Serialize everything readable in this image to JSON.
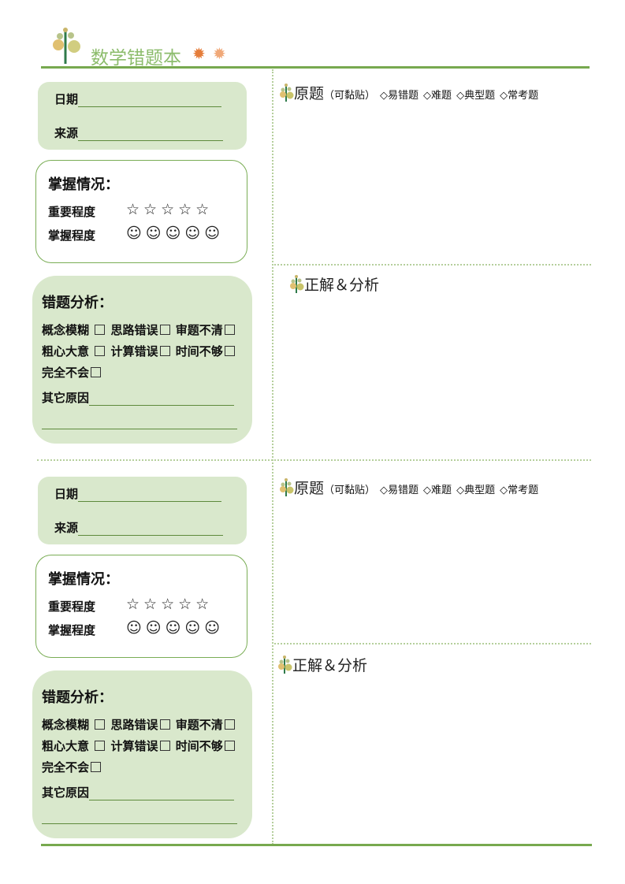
{
  "header": {
    "title": "数学错题本",
    "accent": "#77a94f",
    "sun_colors": [
      "#e57d3a",
      "#f0a878"
    ]
  },
  "sections": [
    {
      "date_label": "日期",
      "source_label": "来源",
      "mastery": {
        "title": "掌握情况：",
        "importance_label": "重要程度",
        "importance_stars": "☆☆☆☆☆",
        "mastery_label": "掌握程度",
        "mastery_faces": "☺☺☺☺☺"
      },
      "analysis": {
        "title": "错题分析：",
        "options": [
          "概念模糊",
          "思路错误",
          "审题不清",
          "粗心大意",
          "计算错误",
          "时间不够",
          "完全不会"
        ],
        "other_label": "其它原因"
      },
      "original": {
        "title": "原题",
        "note": "（可黏贴）",
        "tags": [
          "易错题",
          "难题",
          "典型题",
          "常考题"
        ]
      },
      "answer": {
        "title": "正解＆分析"
      }
    },
    {
      "date_label": "日期",
      "source_label": "来源",
      "mastery": {
        "title": "掌握情况：",
        "importance_label": "重要程度",
        "importance_stars": "☆☆☆☆☆",
        "mastery_label": "掌握程度",
        "mastery_faces": "☺☺☺☺☺"
      },
      "analysis": {
        "title": "错题分析：",
        "options": [
          "概念模糊",
          "思路错误",
          "审题不清",
          "粗心大意",
          "计算错误",
          "时间不够",
          "完全不会"
        ],
        "other_label": "其它原因"
      },
      "original": {
        "title": "原题",
        "note": "（可黏贴）",
        "tags": [
          "易错题",
          "难题",
          "典型题",
          "常考题"
        ]
      },
      "answer": {
        "title": "正解＆分析"
      }
    }
  ]
}
